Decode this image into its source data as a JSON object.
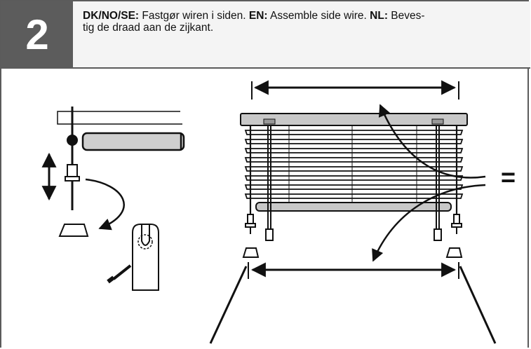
{
  "step": {
    "number": "2"
  },
  "instructions": {
    "dk_label": "DK/NO/SE:",
    "dk_text": " Fastgør wiren i siden. ",
    "en_label": "EN:",
    "en_text": " Assemble side wire. ",
    "nl_label": "NL:",
    "nl_text": " Beves-",
    "nl_text_cont": "tig de draad aan de zijkant."
  },
  "illustration": {
    "equal_symbol": "="
  },
  "colors": {
    "header_bg": "#f4f4f4",
    "step_box": "#5c5c5c",
    "border": "#5b5b5b",
    "headrail": "#c8c8c8",
    "ink": "#111111"
  }
}
